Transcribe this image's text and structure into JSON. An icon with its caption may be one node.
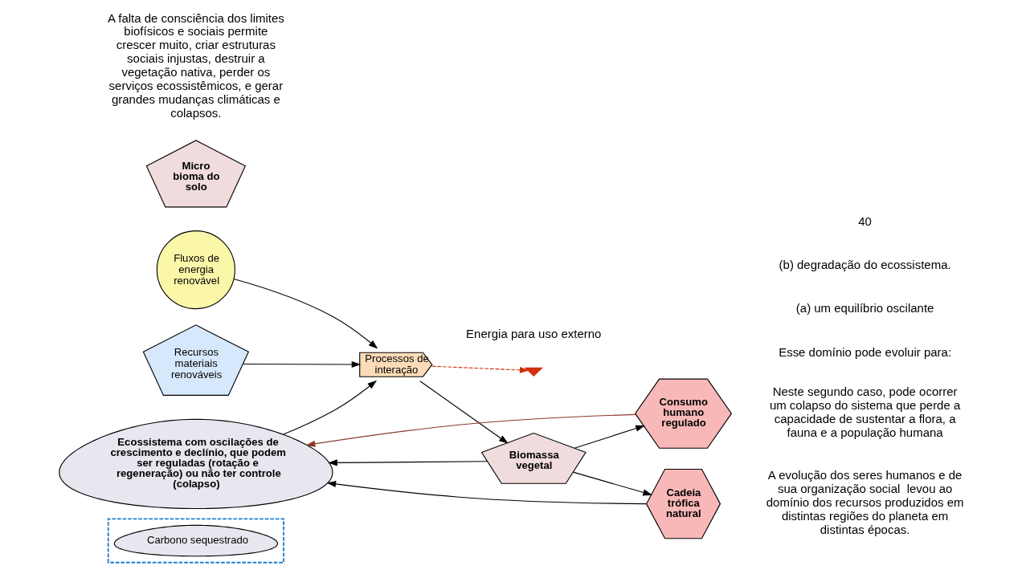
{
  "diagram": {
    "nodes": [
      {
        "text": [],
        "shape": "box"
      },
      {
        "text": [
          "Carbono sequestrado"
        ],
        "in": 0
      },
      {
        "text": [
          "Ecossistema com oscilações de crescimento e declínio, que podem ser reguladas (rotação e regeneração) ou não ter controle (colapso)"
        ]
      },
      {
        "text": [
          "Recursos materiais renováveis"
        ]
      },
      {
        "text": [
          "Fluxos de energia renovável"
        ]
      },
      {
        "text": [
          "Processos de interação"
        ]
      },
      {
        "text": [
          "Micro bioma do solo"
        ]
      },
      {
        "text": [
          "Biomassa vegetal"
        ]
      },
      {
        "text": [
          "Cadeia trófica natural"
        ]
      },
      {
        "text": [
          "Consumo humano regulado"
        ]
      },
      {
        "text": [],
        "shape": "ground"
      }
    ],
    "edges": [
      {
        "from": 3,
        "to": 5,
        "arrow": "to"
      },
      {
        "from": 2,
        "to": 5,
        "arrow": "to"
      },
      {
        "from": 4,
        "to": 5,
        "arrow": "to"
      },
      {
        "from": 5,
        "to": 7,
        "arrow": "to"
      },
      {
        "from": 7,
        "to": 2,
        "arrow": "to"
      },
      {
        "from": 8,
        "to": 2,
        "arrow": "to"
      },
      {
        "from": 9,
        "to": 2,
        "arrow": "to",
        "color": "#8b3a2a"
      },
      {
        "from": 7,
        "to": 8,
        "arrow": "to"
      },
      {
        "from": 7,
        "to": 9,
        "arrow": "to"
      },
      {
        "from": 5,
        "to": 10,
        "arrow": "to",
        "style": "dashed",
        "color": "#d03010"
      }
    ],
    "labels": [
      "A falta de consciência dos limites biofísicos e sociais permite crescer muito, criar estruturas sociais injustas, destruir a vegetação nativa, perder os serviços ecossistêmicos, e gerar grandes mudanças climáticas e colapsos.",
      "A evolução dos seres humanos e de sua organização social  levou ao domínio dos recursos produzidos em distintas regiões do planeta em distintas épocas.",
      "Esse domínio pode evoluir para:",
      "(a) um equilíbrio oscilante",
      "(b) degradação do ecossistema.",
      "Neste segundo caso, pode ocorrer um colapso do sistema que perde a capacidade de sustentar a flora, a fauna e a população humana",
      "Energia para uso externo",
      "40"
    ]
  }
}
